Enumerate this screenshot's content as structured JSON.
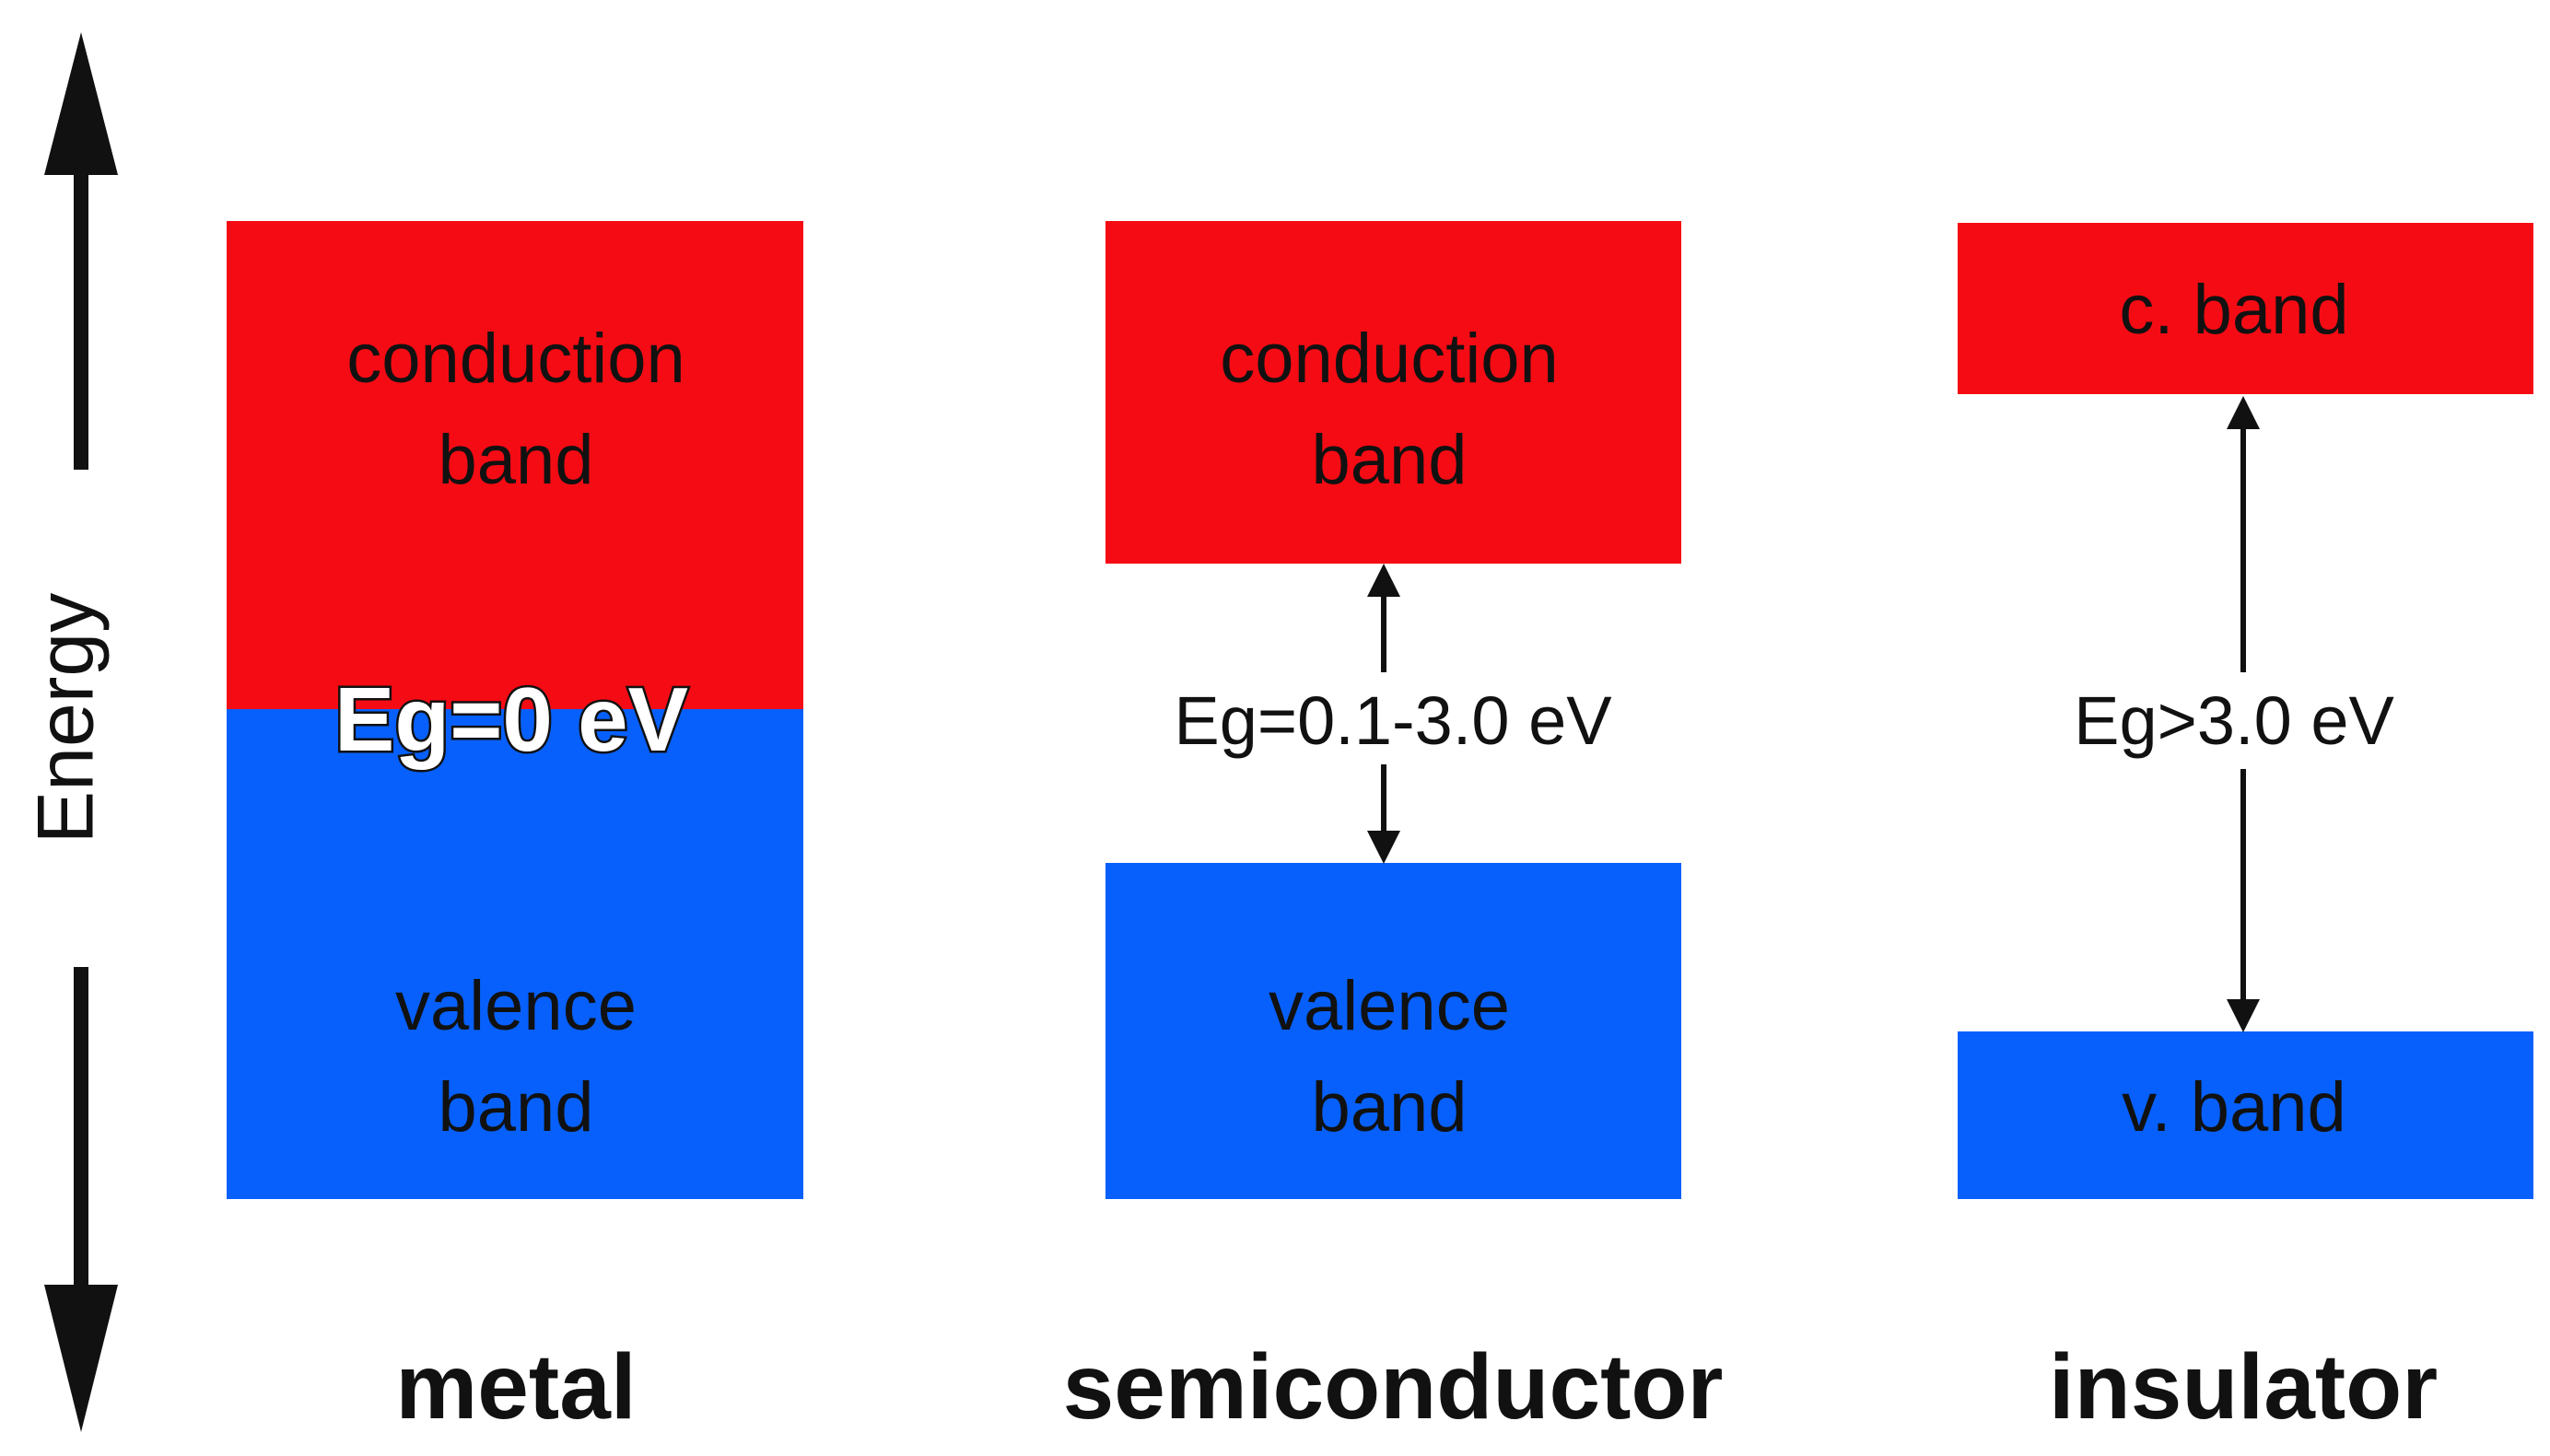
{
  "axis": {
    "label": "Energy"
  },
  "colors": {
    "conduction": "#f50b14",
    "valence": "#0760fb",
    "text": "#111111",
    "arrow": "#111111"
  },
  "materials": [
    {
      "key": "metal",
      "name": "metal",
      "conduction_label": [
        "conduction",
        "band"
      ],
      "valence_label": [
        "valence",
        "band"
      ],
      "gap_label": "Eg=0 eV"
    },
    {
      "key": "semiconductor",
      "name": "semiconductor",
      "conduction_label": [
        "conduction",
        "band"
      ],
      "valence_label": [
        "valence",
        "band"
      ],
      "gap_label": "Eg=0.1-3.0 eV"
    },
    {
      "key": "insulator",
      "name": "insulator",
      "conduction_label": [
        "c. band"
      ],
      "valence_label": [
        "v. band"
      ],
      "gap_label": "Eg>3.0 eV"
    }
  ]
}
